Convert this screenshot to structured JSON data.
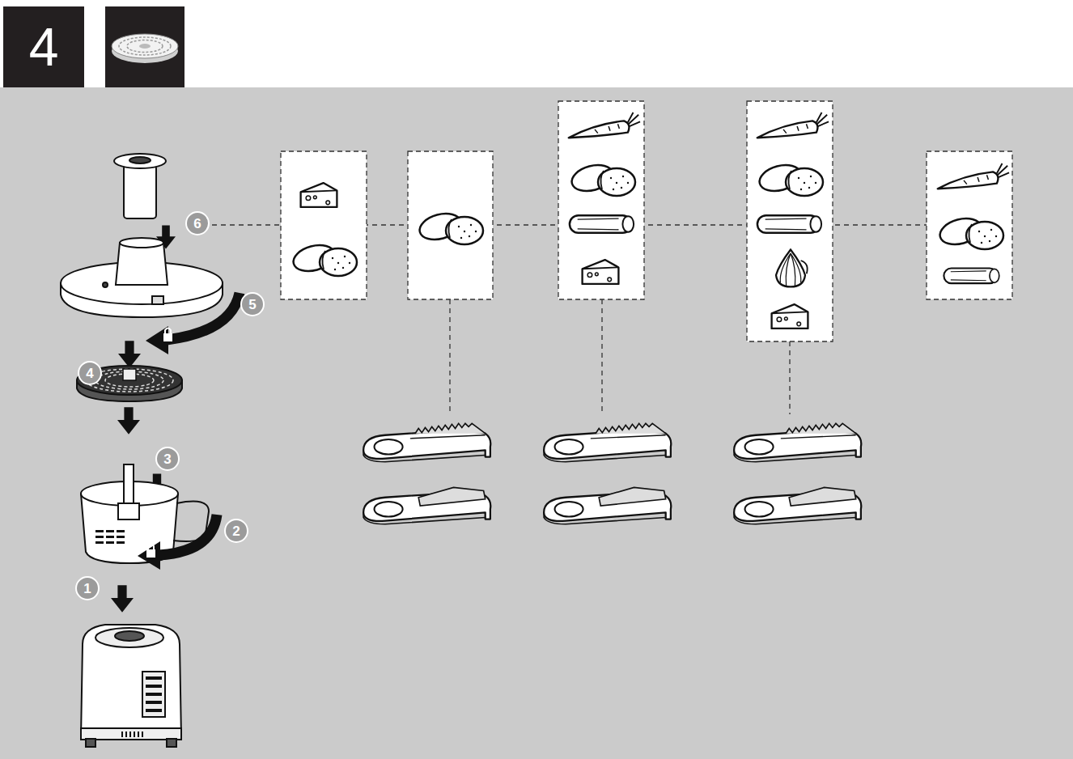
{
  "diagram": {
    "nodes": [
      {
        "text": [
          "4"
        ]
      },
      {
        "text": [
          "6"
        ]
      },
      {
        "text": [
          "5"
        ]
      },
      {
        "text": [
          "4"
        ]
      },
      {
        "text": [
          "3"
        ]
      },
      {
        "text": [
          "2"
        ]
      },
      {
        "text": [
          "1"
        ]
      }
    ]
  }
}
